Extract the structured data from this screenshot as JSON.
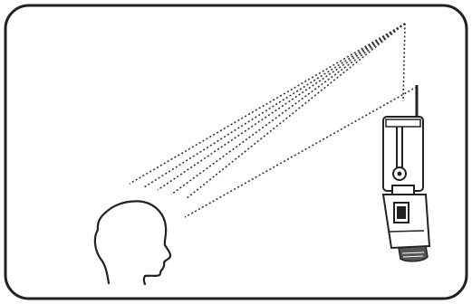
{
  "diagram": {
    "subject": "head",
    "light_source": "flash",
    "illustration": "bounce-flash-reflected-from-ceiling",
    "colors": {
      "line": "#222222",
      "ray": "#333333",
      "background": "#ffffff",
      "foot": "#555555"
    }
  }
}
